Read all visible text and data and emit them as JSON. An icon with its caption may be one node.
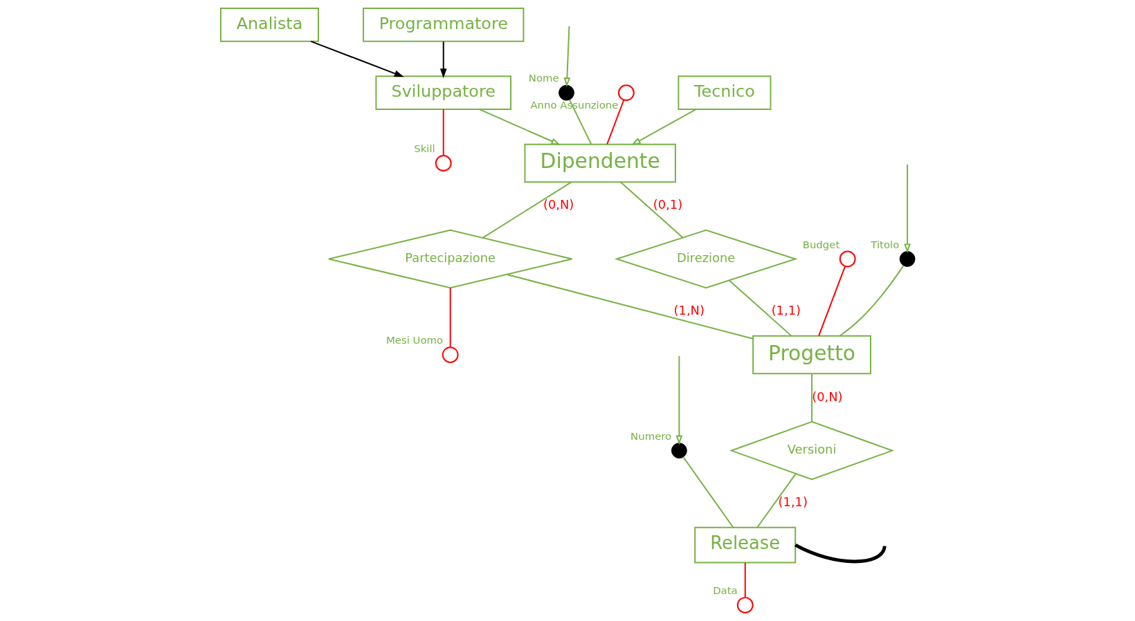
{
  "diagram": {
    "nodes": [
      {
        "text": [
          "Dipendente"
        ]
      },
      {
        "text": [
          "Progetto"
        ]
      },
      {
        "text": [
          "Direzione"
        ]
      },
      {
        "text": [
          "Partecipazione"
        ]
      },
      {
        "text": [
          "Versioni"
        ]
      },
      {
        "text": [
          "Release"
        ]
      },
      {
        "text": [
          "Tecnico"
        ]
      },
      {
        "text": [
          "Sviluppatore"
        ]
      },
      {
        "text": [
          "Programmatore"
        ]
      },
      {
        "text": [
          "Analista"
        ]
      },
      {
        "text": [],
        "shape": "circle",
        "beside": [
          "Nome"
        ]
      },
      {
        "text": [],
        "shape": "circle",
        "beside": [
          "Anno Assunzione"
        ]
      },
      {
        "text": [],
        "shape": "circle",
        "beside": [
          "Titolo"
        ]
      },
      {
        "text": [],
        "shape": "circle",
        "beside": [
          "Budget"
        ]
      },
      {
        "text": [],
        "shape": "circle",
        "beside": [
          "Mesi Uomo"
        ]
      },
      {
        "text": [],
        "shape": "circle",
        "beside": [
          "Skill"
        ]
      },
      {
        "text": [],
        "shape": "circle",
        "beside": [
          "Numero"
        ]
      },
      {
        "text": [],
        "shape": "circle",
        "beside": [
          "Data"
        ]
      }
    ],
    "edges": [
      {
        "from": 10,
        "to": 0,
        "arrow": "none"
      },
      {
        "from": 11,
        "to": 0,
        "arrow": "none",
        "color": "#ff0000"
      },
      {
        "from": 0,
        "to": 2,
        "arrow": "none",
        "label": "(0,1)"
      },
      {
        "from": 2,
        "to": 1,
        "arrow": "none",
        "label": "(1,1)"
      },
      {
        "from": 0,
        "to": 3,
        "arrow": "none",
        "label": "(0,N)"
      },
      {
        "from": 3,
        "to": 1,
        "arrow": "none",
        "label": "(1,N)"
      },
      {
        "from": 12,
        "to": 1,
        "arrow": "none"
      },
      {
        "from": 13,
        "to": 1,
        "arrow": "none",
        "color": "#ff0000"
      },
      {
        "from": 3,
        "to": 14,
        "arrow": "none",
        "color": "#ff0000"
      },
      {
        "from": 1,
        "to": 4,
        "arrow": "none",
        "label": "(0,N)"
      },
      {
        "from": 4,
        "to": 5,
        "arrow": "none",
        "label": "(1,1)"
      },
      {
        "from": 16,
        "to": 5,
        "arrow": "none"
      },
      {
        "from": 5,
        "to": 17,
        "arrow": "none",
        "color": "#ff0000"
      },
      {
        "from": 7,
        "to": 15,
        "arrow": "none",
        "color": "#ff0000"
      },
      {
        "from": 6,
        "to": 0,
        "arrow": "to"
      },
      {
        "from": 7,
        "to": 0,
        "arrow": "to"
      },
      {
        "from": 8,
        "to": 7,
        "arrow": "to",
        "color": "#000000"
      },
      {
        "from": 9,
        "to": 7,
        "arrow": "to",
        "color": "#000000"
      },
      {
        "from": null,
        "to": 10,
        "arrow": "to"
      },
      {
        "from": null,
        "to": 12,
        "arrow": "to"
      },
      {
        "from": null,
        "to": 16,
        "arrow": "to"
      },
      {
        "from": 5,
        "to": null,
        "arrow": "none",
        "style": "thick",
        "color": "#000000"
      }
    ]
  }
}
